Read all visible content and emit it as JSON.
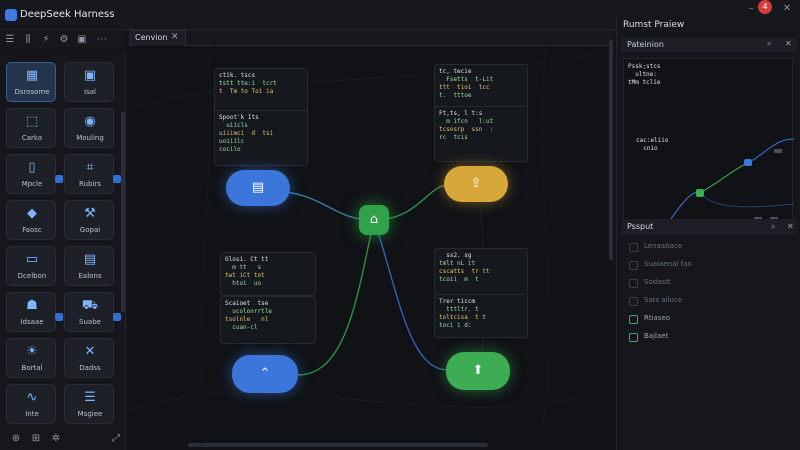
{
  "app": {
    "title": "DeepSeek Harness"
  },
  "toolbar_icons": [
    "menu-icon",
    "chart-icon",
    "magic-icon",
    "settings-icon",
    "more-icon"
  ],
  "palette": {
    "items": [
      {
        "label": "Dsrosome",
        "icon": "grid-icon",
        "active": true
      },
      {
        "label": "Isal",
        "icon": "image-icon"
      },
      {
        "label": "Carka",
        "icon": "frame-icon"
      },
      {
        "label": "Mouling",
        "icon": "disc-icon"
      },
      {
        "label": "Mpcle",
        "icon": "file-icon",
        "checked": true
      },
      {
        "label": "Rubirs",
        "icon": "chip-icon",
        "checked": true
      },
      {
        "label": "Faosc",
        "icon": "cube-icon"
      },
      {
        "label": "Gopai",
        "icon": "hammer-icon"
      },
      {
        "label": "Dcelbon",
        "icon": "monitor-icon"
      },
      {
        "label": "Ealons",
        "icon": "document-icon"
      },
      {
        "label": "Idsaae",
        "icon": "user-icon",
        "checked": true
      },
      {
        "label": "Suabe",
        "icon": "truck-icon",
        "checked": true
      },
      {
        "label": "Bortal",
        "icon": "sun-icon"
      },
      {
        "label": "Dadss",
        "icon": "tools-icon"
      },
      {
        "label": "Inte",
        "icon": "wave-icon"
      },
      {
        "label": "Msgiee",
        "icon": "doc-lines-icon"
      }
    ]
  },
  "canvas": {
    "tab_label": "Cenvion",
    "code_blocks": [
      {
        "lines": [
          "ctik. tscs",
          "tstt tte:i  tcrt",
          "t  Tm to Toi ia"
        ]
      },
      {
        "lines": [
          "Spoot'k Its",
          "  uiicls ",
          "uiiimci  d  tsi",
          "uoiiilc",
          "cocilo"
        ]
      },
      {
        "lines": [
          "tc, tecie",
          "  Fsetts  t-Lit",
          "ttt  tioi  tcc",
          "t.  tttoe"
        ]
      },
      {
        "lines": [
          "Ft,ts, l t:s",
          "  m ifcn   l:ut",
          "tcsosrp  ssn  :",
          "rc  tcis"
        ]
      },
      {
        "lines": [
          "Glosi. Ct tt",
          "  m tt   s",
          "twt iCt tot",
          "  htoi  uo"
        ]
      },
      {
        "lines": [
          "Scaioet  tse",
          "  ucolonrrtle",
          "tsolnle   nl",
          "  cuan-cl"
        ]
      },
      {
        "lines": [
          "  ss2. sg",
          "tmlt nL it",
          "cscatts  tr tt",
          "tcoii  m  t"
        ]
      },
      {
        "lines": [
          "Trer ticcm",
          "  tttltr. t",
          "toltcisa  t t",
          "toci i d:"
        ]
      }
    ]
  },
  "right": {
    "panel_title": "Rumst Praiew",
    "sub_title": "Pateinion",
    "mini_code": [
      "Pssk;stcs",
      "  ultne:",
      "tMm tclie"
    ],
    "mini_code2": [
      "cac:eliio",
      "  cnio"
    ],
    "output": {
      "title": "Pssput",
      "rows": [
        {
          "text": "Lenaatiace",
          "checked": false
        },
        {
          "text": "Suaiaenal  fan",
          "checked": false
        },
        {
          "text": "Sodastt",
          "checked": false
        },
        {
          "text": "Sats ailuce",
          "checked": false
        },
        {
          "text": "Rtiaseo",
          "checked": true
        },
        {
          "text": "Bajlaet",
          "checked": true
        }
      ]
    }
  }
}
